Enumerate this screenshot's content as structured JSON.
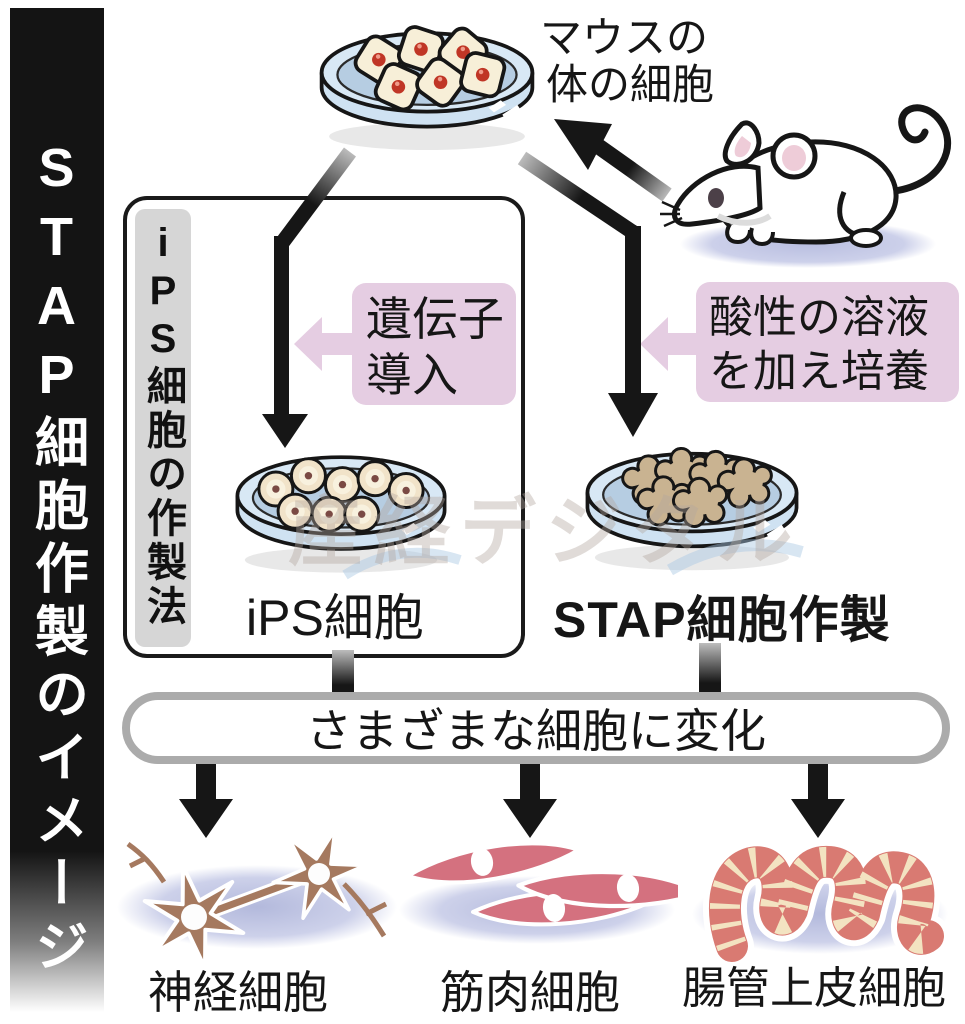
{
  "sidebar": {
    "title": "STAP細胞作製のイメージ"
  },
  "watermark": {
    "text": "産経デジタル"
  },
  "source": {
    "caption_line1": "マウスの",
    "caption_line2": "体の細胞"
  },
  "ips_flow": {
    "box_title": "iPS細胞の作製法",
    "action_line1": "遺伝子",
    "action_line2": "導入",
    "result": "iPS細胞"
  },
  "stap_flow": {
    "action_line1": "酸性の溶液",
    "action_line2": "を加え培養",
    "result": "STAP細胞作製"
  },
  "transformation": {
    "label": "さまざまな細胞に変化"
  },
  "outcomes": [
    {
      "label": "神経細胞",
      "icon": "neuron-cells-icon"
    },
    {
      "label": "筋肉細胞",
      "icon": "muscle-cells-icon"
    },
    {
      "label": "腸管上皮細胞",
      "icon": "intestinal-epithelium-icon"
    }
  ],
  "colors": {
    "ink": "#1a1a1a",
    "highlight_pink": "#e5cde2",
    "dish_rim_blue": "#d8e8f5",
    "dish_water_blue": "#b6cde2",
    "panel_gray": "#d6d6d6",
    "pill_border_gray": "#ababab",
    "cell_cream": "#f7efd8",
    "cell_dot_red": "#c03626",
    "stap_cell_tan": "#c9b391",
    "neuron_brown": "#a5795f",
    "muscle_rose": "#d4717f",
    "intestine_red": "#d97a72",
    "intestine_stripe_cream": "#f3e3c1",
    "shadow_lavender": "#b9bedd",
    "watermark_gray": "#b3a79f"
  }
}
